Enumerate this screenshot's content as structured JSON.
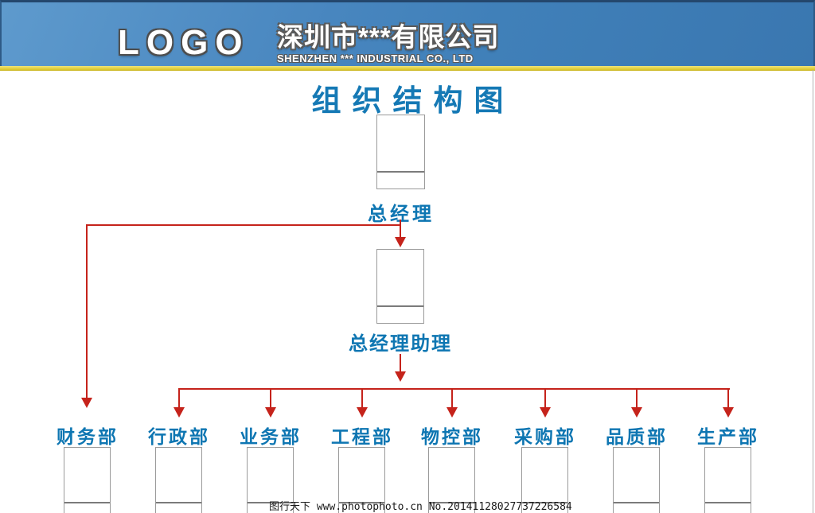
{
  "header": {
    "logo": "LOGO",
    "company_cn": "深圳市***有限公司",
    "company_en": "SHENZHEN *** INDUSTRIAL CO., LTD"
  },
  "title": "组织结构图",
  "org": {
    "root": {
      "label": "总经理"
    },
    "assistant": {
      "label": "总经理助理"
    },
    "departments": [
      {
        "label": "财务部"
      },
      {
        "label": "行政部"
      },
      {
        "label": "业务部"
      },
      {
        "label": "工程部"
      },
      {
        "label": "物控部"
      },
      {
        "label": "采购部"
      },
      {
        "label": "品质部"
      },
      {
        "label": "生产部"
      }
    ]
  },
  "watermark": "图行天下 www.photophoto.cn  No.20141128027737226584",
  "colors": {
    "header_blue_light": "#5e9acd",
    "header_blue_dark": "#3a77b0",
    "gold_strip": "#ddca31",
    "title_blue": "#1579b5",
    "label_blue": "#0e76b2",
    "connector_red": "#c5231b",
    "box_border_gray": "#9a9a9a"
  }
}
